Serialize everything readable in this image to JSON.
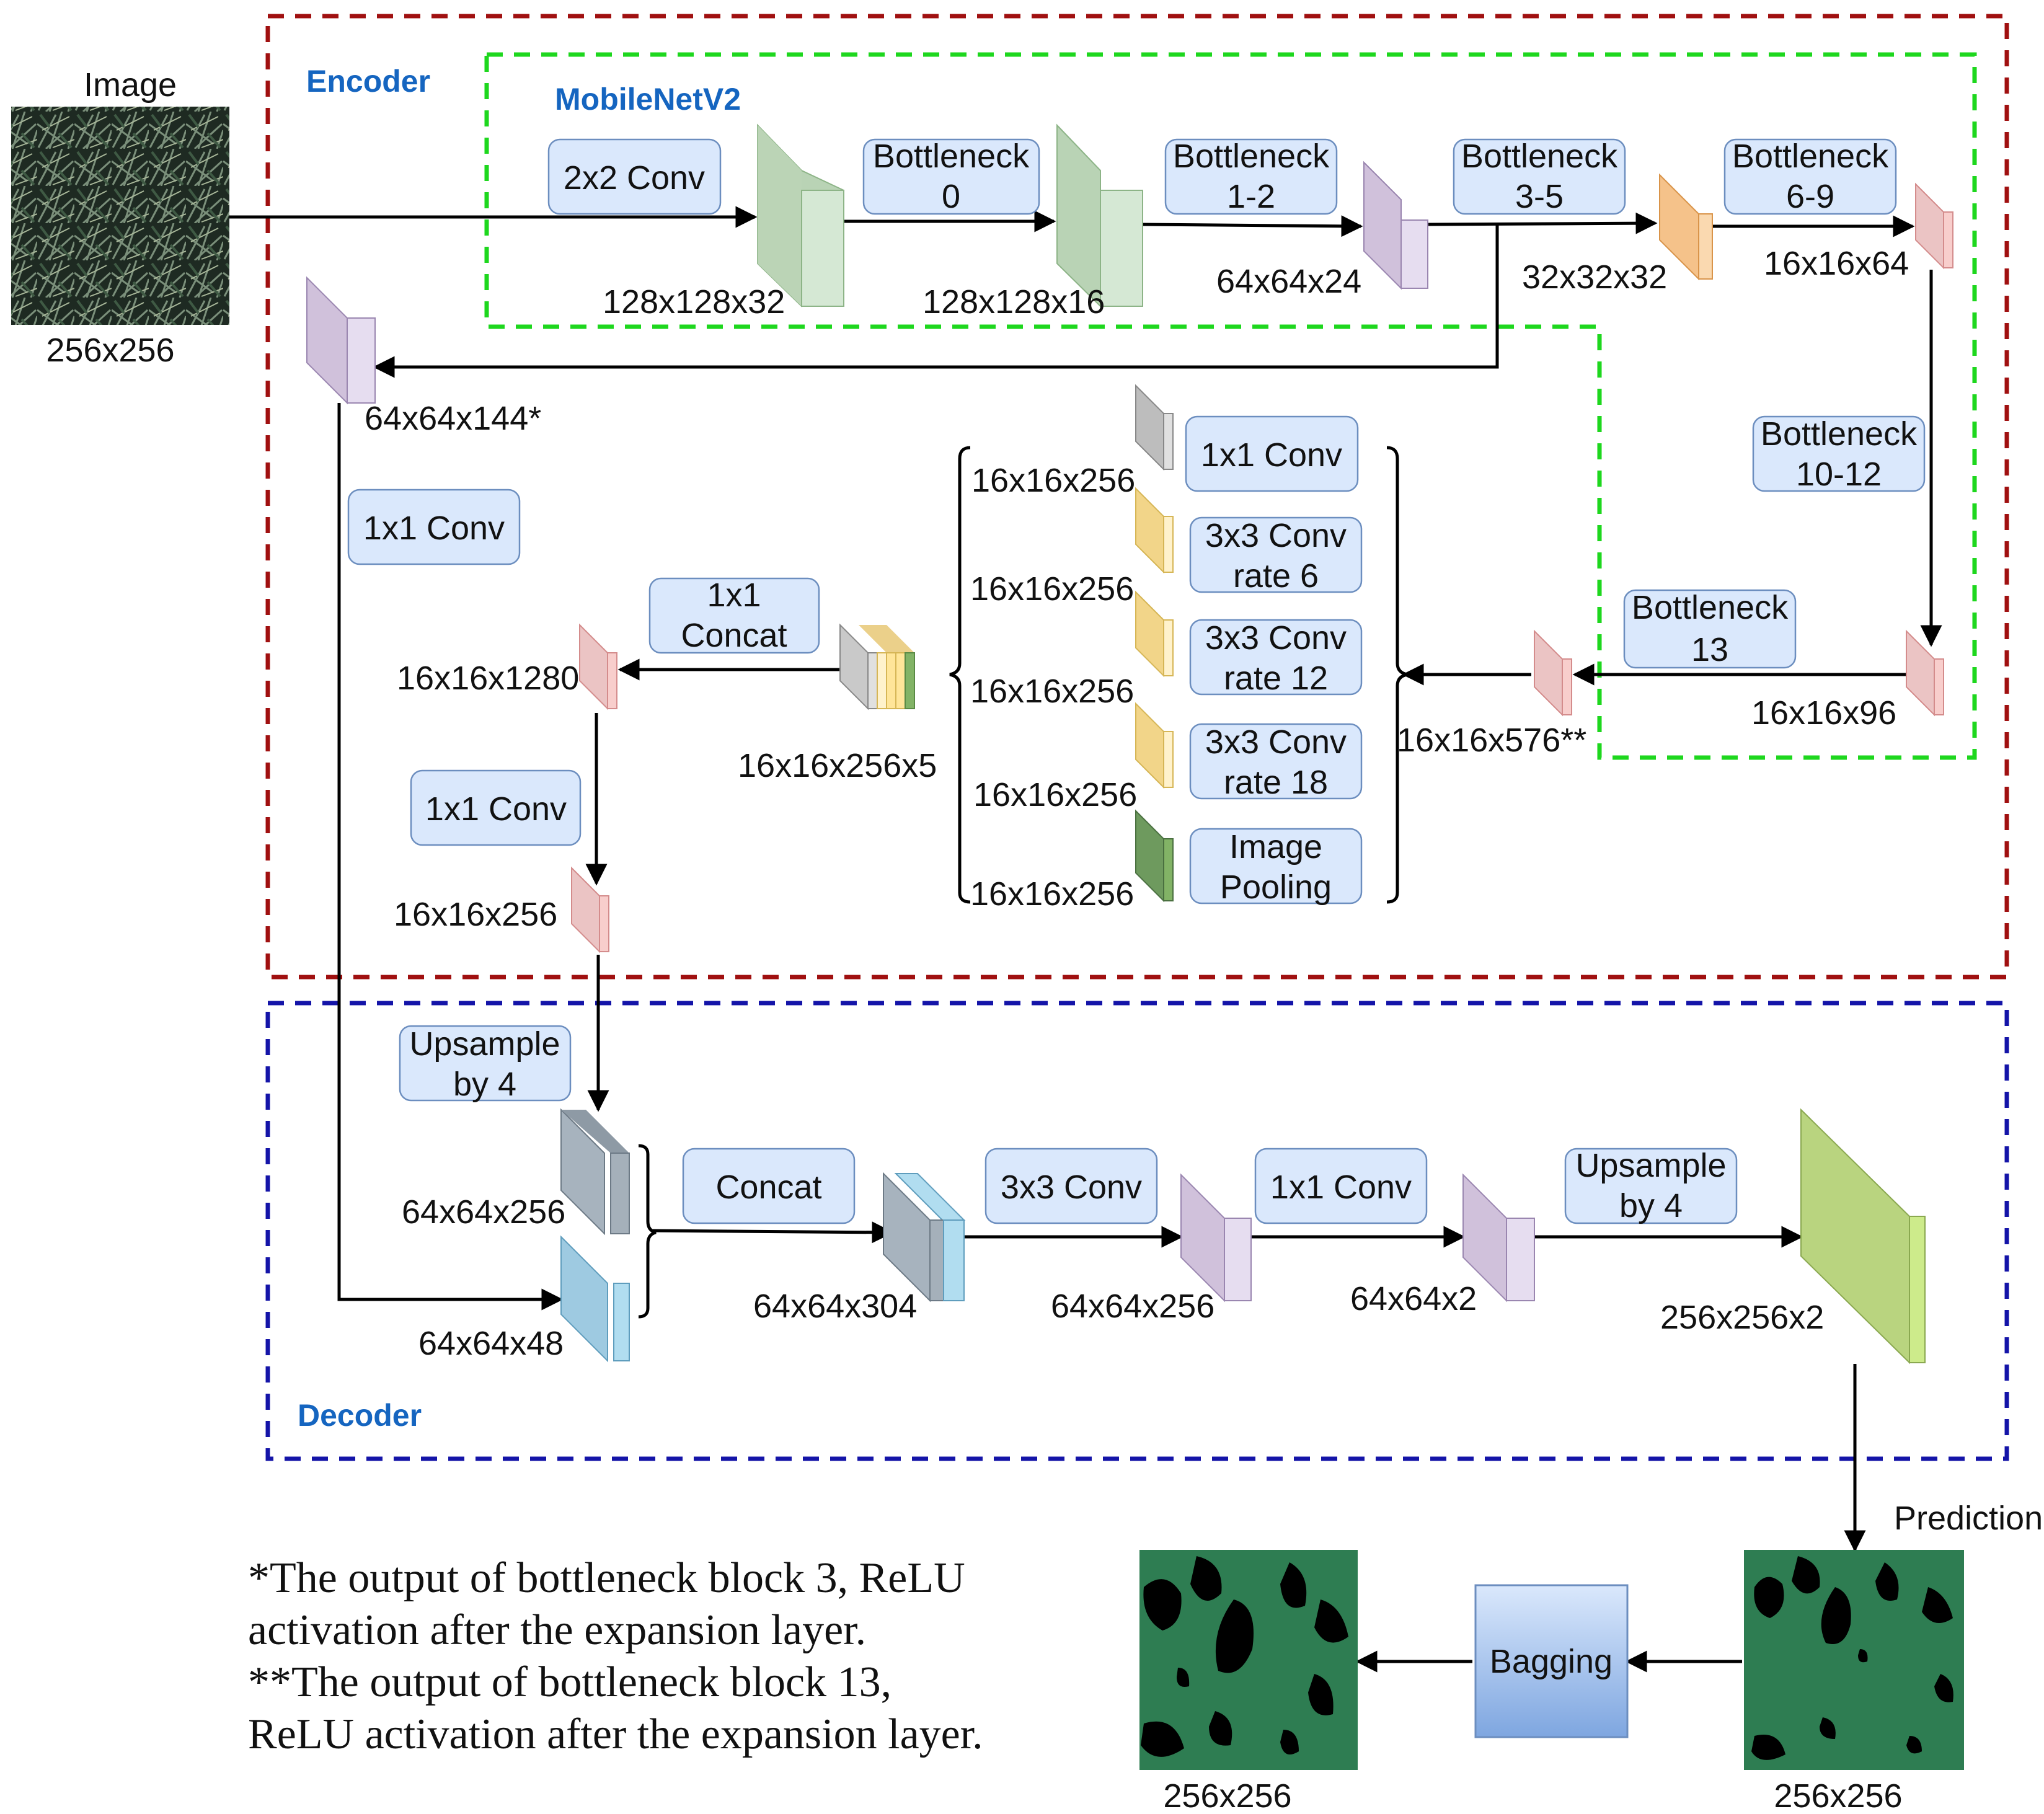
{
  "colors": {
    "encoder_border": "#A01010",
    "mobilenet_border": "#1ED71E",
    "decoder_border": "#1414A8",
    "label_box_fill": "#DAE8FC",
    "label_box_stroke": "#6C8EBF",
    "title_text": "#1565C0",
    "mask_green": "#2E7D52"
  },
  "regions": {
    "encoder": "Encoder",
    "mobilenet": "MobileNetV2",
    "decoder": "Decoder"
  },
  "input": {
    "title": "Image",
    "size": "256x256"
  },
  "ops": {
    "conv2x2": "2x2 Conv",
    "b0_l1": "Bottleneck",
    "b0_l2": "0",
    "b12_l1": "Bottleneck",
    "b12_l2": "1-2",
    "b35_l1": "Bottleneck",
    "b35_l2": "3-5",
    "b69_l1": "Bottleneck",
    "b69_l2": "6-9",
    "b1012_l1": "Bottleneck",
    "b1012_l2": "10-12",
    "b13_l1": "Bottleneck",
    "b13_l2": "13",
    "enc_conv1x1": "1x1 Conv",
    "concat1x1_l1": "1x1",
    "concat1x1_l2": "Concat",
    "conv1x1_b": "1x1 Conv",
    "aspp_conv1x1": "1x1 Conv",
    "aspp_r6_l1": "3x3 Conv",
    "aspp_r6_l2": "rate 6",
    "aspp_r12_l1": "3x3 Conv",
    "aspp_r12_l2": "rate 12",
    "aspp_r18_l1": "3x3 Conv",
    "aspp_r18_l2": "rate 18",
    "aspp_pool_l1": "Image",
    "aspp_pool_l2": "Pooling",
    "up4a_l1": "Upsample",
    "up4a_l2": "by 4",
    "dec_concat": "Concat",
    "dec_conv3x3": "3x3 Conv",
    "dec_conv1x1": "1x1 Conv",
    "up4b_l1": "Upsample",
    "up4b_l2": "by 4",
    "bagging": "Bagging"
  },
  "dims": {
    "d128x128x32": "128x128x32",
    "d128x128x16": "128x128x16",
    "d64x64x24": "64x64x24",
    "d32x32x32": "32x32x32",
    "d16x16x64": "16x16x64",
    "d64x64x144": "64x64x144*",
    "d16x16x96": "16x16x96",
    "d16x16x576": "16x16x576**",
    "d16x16x1280": "16x16x1280",
    "d16x16x256x5": "16x16x256x5",
    "d16x16x256": "16x16x256",
    "aspp1": "16x16x256",
    "aspp2": "16x16x256",
    "aspp3": "16x16x256",
    "aspp4": "16x16x256",
    "aspp5": "16x16x256",
    "d64x64x256a": "64x64x256",
    "d64x64x48": "64x64x48",
    "d64x64x304": "64x64x304",
    "d64x64x256b": "64x64x256",
    "d64x64x2": "64x64x2",
    "d256x256x2": "256x256x2",
    "pred_size": "256x256",
    "final_size": "256x256"
  },
  "prediction_label": "Prediction",
  "notes": [
    "*The output of bottleneck block 3, ReLU",
    "activation after the expansion layer.",
    "**The output of bottleneck block 13,",
    "ReLU activation after the expansion layer."
  ]
}
